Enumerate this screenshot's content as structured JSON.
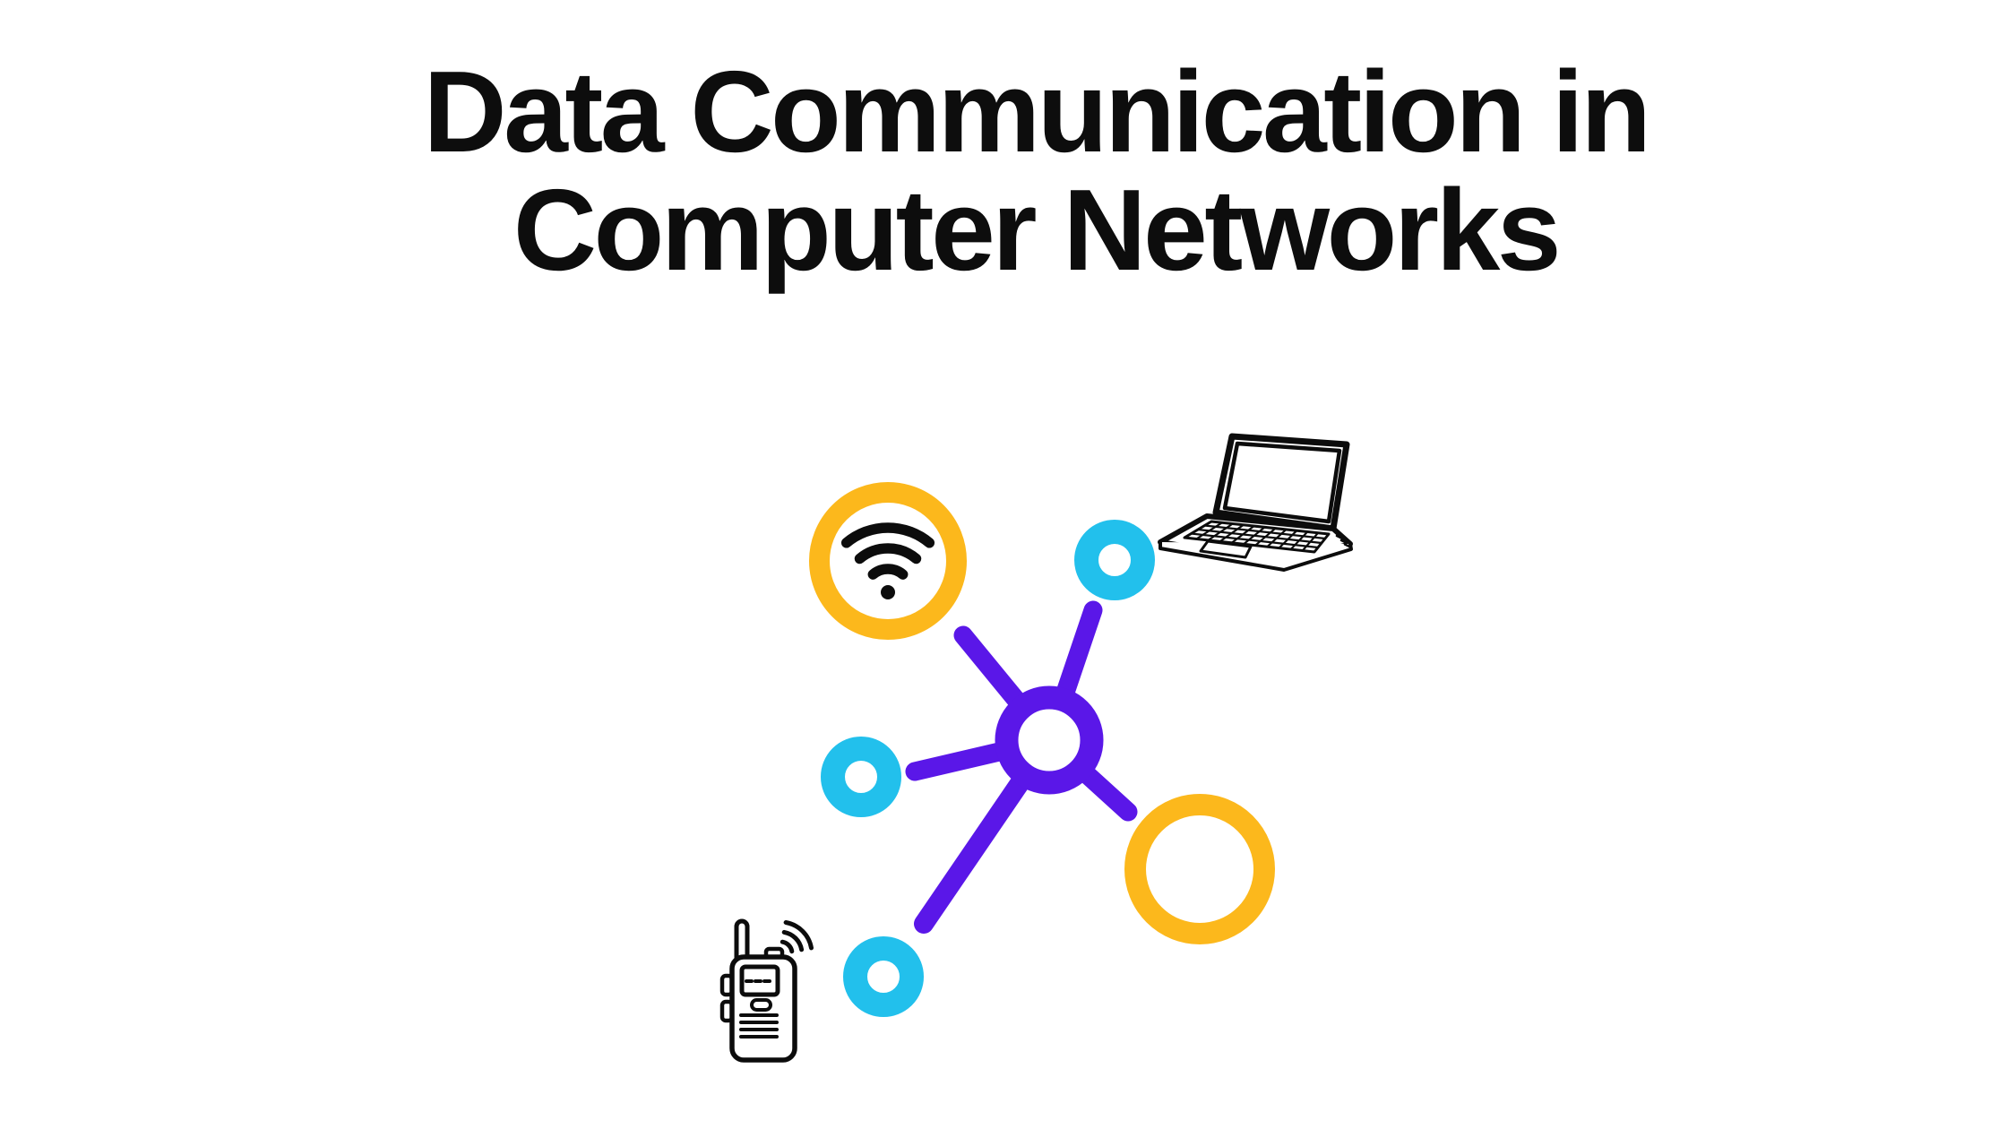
{
  "slide": {
    "title": {
      "line1": "Data Communication in",
      "line2": "Computer Networks"
    }
  },
  "colors": {
    "background": "#ffffff",
    "title_ink": "#0d0d0d",
    "ink": "#0c0c0c",
    "purple": "#5a17e8",
    "cyan": "#22c0ec",
    "yellow": "#fcb81c"
  },
  "illustration": {
    "hub_spoke_count": 5,
    "icons": [
      "network-hub-icon",
      "wifi-icon",
      "laptop-icon",
      "walkie-talkie-icon"
    ],
    "node_ring_colors": [
      "yellow",
      "cyan",
      "cyan",
      "cyan",
      "yellow"
    ]
  }
}
